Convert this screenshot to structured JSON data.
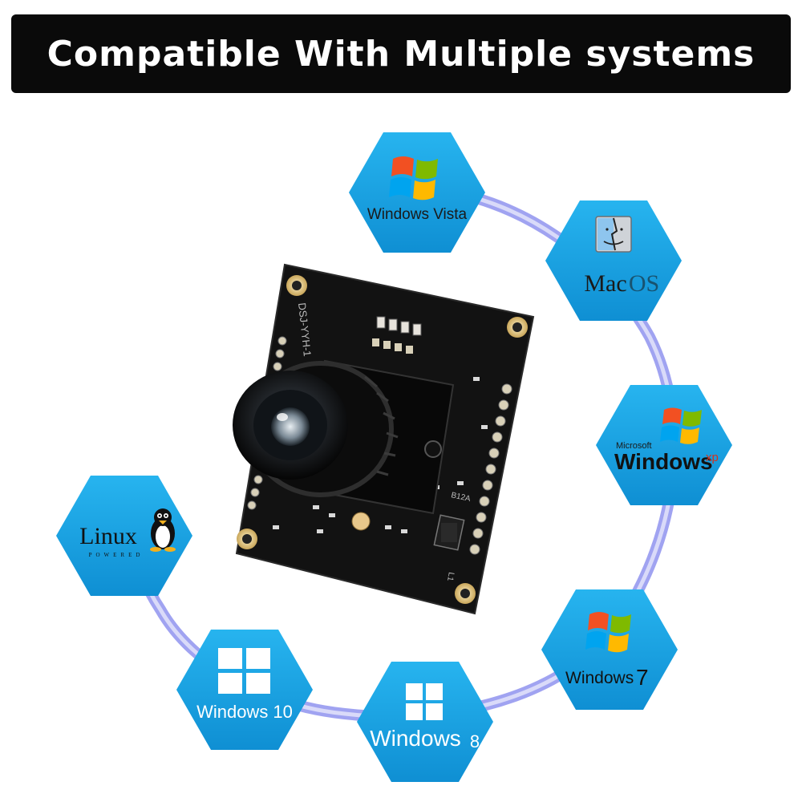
{
  "banner": {
    "title": "Compatible With Multiple systems"
  },
  "colors": {
    "hex_fill": "#1aa6e4",
    "ring": "#8f93ee",
    "banner_bg": "#0a0a0a",
    "pcb": "#111111"
  },
  "systems": [
    {
      "name": "windows-vista",
      "label": "Windows Vista",
      "icon": "windows-flag-icon"
    },
    {
      "name": "mac-os",
      "label_a": "Mac",
      "label_b": "OS",
      "icon": "mac-finder-icon"
    },
    {
      "name": "windows-xp",
      "label_top": "Microsoft",
      "label_main": "Windows",
      "label_sup": "xp",
      "icon": "windows-flag-icon"
    },
    {
      "name": "windows-7",
      "label_main": "Windows",
      "label_num": "7",
      "icon": "windows-flag-icon"
    },
    {
      "name": "windows-8",
      "label_main": "Windows",
      "label_num": "8",
      "icon": "windows-tiles-icon"
    },
    {
      "name": "windows-10",
      "label": "Windows 10",
      "icon": "windows-tiles-icon"
    },
    {
      "name": "linux",
      "label": "Linux",
      "sublabel": "POWERED",
      "icon": "tux-penguin-icon"
    }
  ],
  "board": {
    "silkscreen": "DSJ-YYH-1",
    "chip_text": "B12A",
    "label_l1": "L1"
  }
}
